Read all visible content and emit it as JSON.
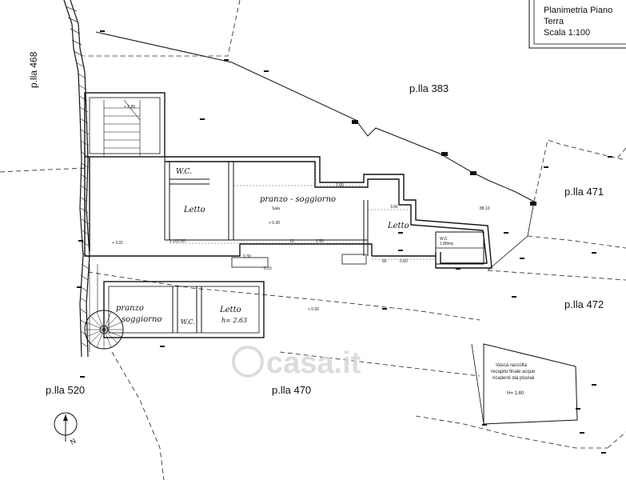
{
  "title_block": {
    "line1": "Planimetria Piano",
    "line2": "Terra",
    "line3": "Scala 1:100"
  },
  "parcels": {
    "p468": "p.lla 468",
    "p383": "p.lla 383",
    "p471": "p.lla 471",
    "p472": "p.lla 472",
    "p520": "p.lla 520",
    "p470": "p.lla 470"
  },
  "rooms": {
    "wc_top": "W.C.",
    "letto_1": "Letto",
    "pranzo_soggiorno_1": "pranzo - soggiorno",
    "letto_2": "Letto",
    "pranzo_soggiorno_2a": "pranzo",
    "pranzo_soggiorno_2b": "soggiorno",
    "wc_bottom": "W.C.",
    "letto_3": "Letto",
    "letto_3_height": "h= 2.63"
  },
  "tank_note": {
    "line1": "Vasca raccolta",
    "line2": "recapito finale acque",
    "line3": "ricadenti dai pluviali",
    "height": "H= 1.80"
  },
  "dimensions": {
    "d_sala": "Sala",
    "d_030a": "+ 0.30",
    "d_700": "7.00",
    "d_390": "3.90",
    "d_250a": "2.50",
    "d_110": "1.10",
    "d_250b": "2.50",
    "d_13": "13",
    "d_80": "80",
    "d_060": "0.60",
    "d_030b": "0.30",
    "d_015": "0.15",
    "d_000": "+ 0.00",
    "d_285": "+ 2.85",
    "d_331": "+ 3.31",
    "d_2911": "88.10",
    "d_wc_small": "W.C.",
    "d_988": "1.88mq"
  },
  "compass": {
    "label": "N"
  },
  "watermark": "casa.it"
}
